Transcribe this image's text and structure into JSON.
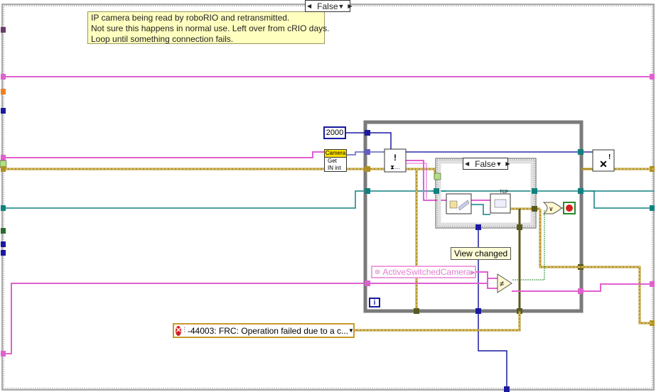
{
  "comment": {
    "lines": [
      "IP camera being read by roboRIO and retransmitted.",
      "Not sure this happens in normal use. Left over from cRIO days.",
      "Loop until something connection fails."
    ]
  },
  "outer_case": {
    "selector_value": "False"
  },
  "inner_case": {
    "selector_value": "False"
  },
  "wait_constant": "2000",
  "property_node": {
    "class": "Camera",
    "row1": "Get",
    "row2": "IN int"
  },
  "view_changed_label": "View changed",
  "ring_constant": "ActiveSwitchedCamera",
  "error_constant": {
    "code_text": "-44003: FRC: Operation failed due to a c..."
  },
  "not_equal_symbol": "≠",
  "or_symbol": "∨",
  "colors": {
    "error_wire": "#b09020",
    "string_wire": "#e060d0",
    "refnum_wire": "#108080",
    "int_wire": "#1a1aa0",
    "boolean_wire": "#2a8a2a",
    "loop_frame": "#7a7a7a"
  }
}
